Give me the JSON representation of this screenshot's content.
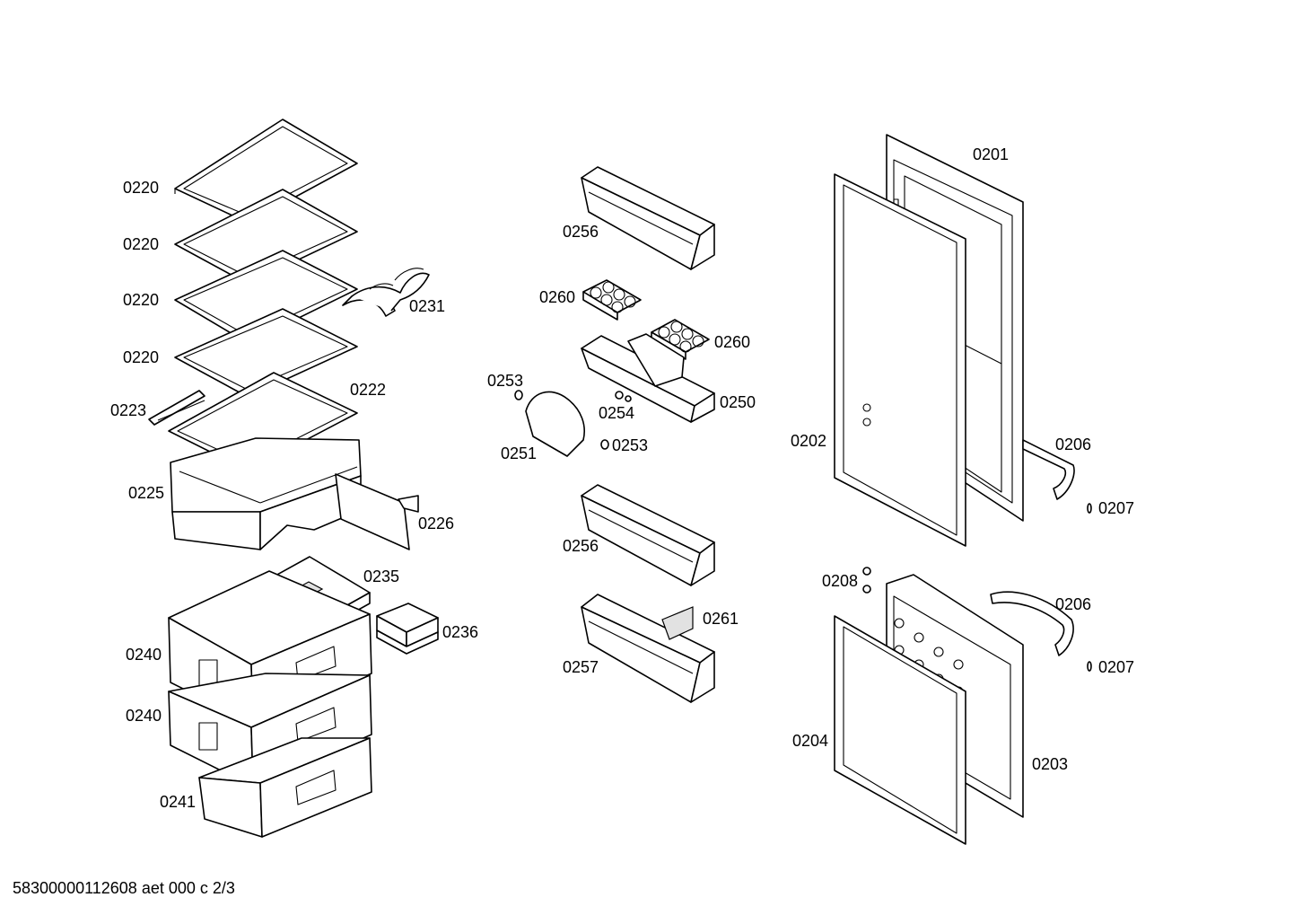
{
  "labels": {
    "shelf_1": "0220",
    "shelf_2": "0220",
    "shelf_3": "0220",
    "shelf_4": "0220",
    "shelf_glass": "0222",
    "shelf_rail": "0223",
    "crisper_bin": "0225",
    "crisper_cover": "0226",
    "wine_rack": "0231",
    "freezer_tray": "0235",
    "ice_cube_tray": "0236",
    "drawer_1": "0240",
    "drawer_2": "0240",
    "drawer_bottom": "0241",
    "door_rack_top": "0256",
    "egg_tray_1": "0260",
    "egg_tray_2": "0260",
    "butter_compartment": "0250",
    "butter_lid": "0251",
    "pin_1": "0253",
    "pin_2": "0253",
    "hinge_pin": "0254",
    "door_rack_mid": "0256",
    "door_rack_bottom": "0257",
    "bottle_clip": "0261",
    "fridge_door": "0201",
    "fridge_gasket": "0202",
    "handle_top": "0206",
    "handle_screw_top": "0207",
    "screws": "0208",
    "handle_bottom": "0206",
    "handle_screw_bottom": "0207",
    "freezer_gasket": "0204",
    "freezer_door": "0203"
  },
  "footer": "58300000112608 aet 000 c 2/3"
}
